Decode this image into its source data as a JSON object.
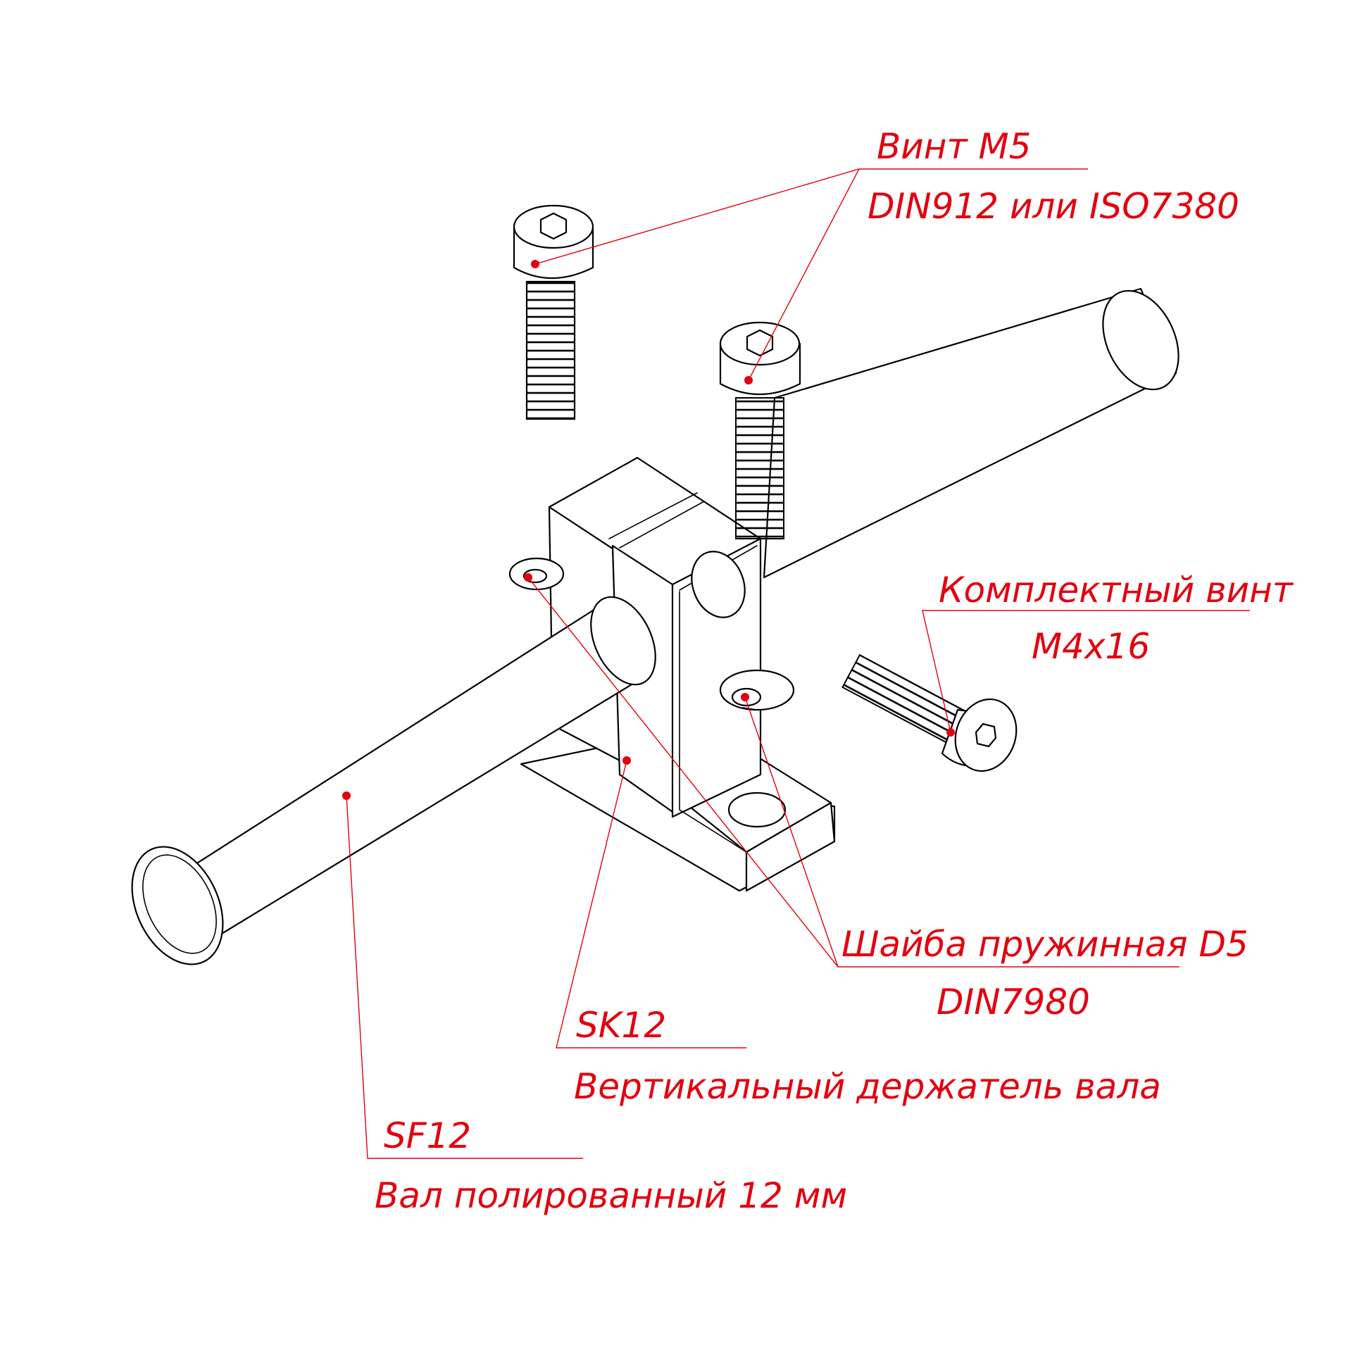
{
  "labels": {
    "screw_m5": {
      "line1": "Винт M5",
      "line2": "DIN912 или ISO7380"
    },
    "set_screw": {
      "line1": "Комплектный винт",
      "line2": "M4x16"
    },
    "spring_washer": {
      "line1": "Шайба пружинная D5",
      "line2": "DIN7980"
    },
    "holder": {
      "line1": "SK12",
      "line2": "Вертикальный держатель вала"
    },
    "shaft": {
      "line1": "SF12",
      "line2": "Вал полированный 12 мм"
    }
  },
  "colors": {
    "annotation": "#e3000f",
    "drawing": "#000000",
    "background": "#ffffff"
  }
}
